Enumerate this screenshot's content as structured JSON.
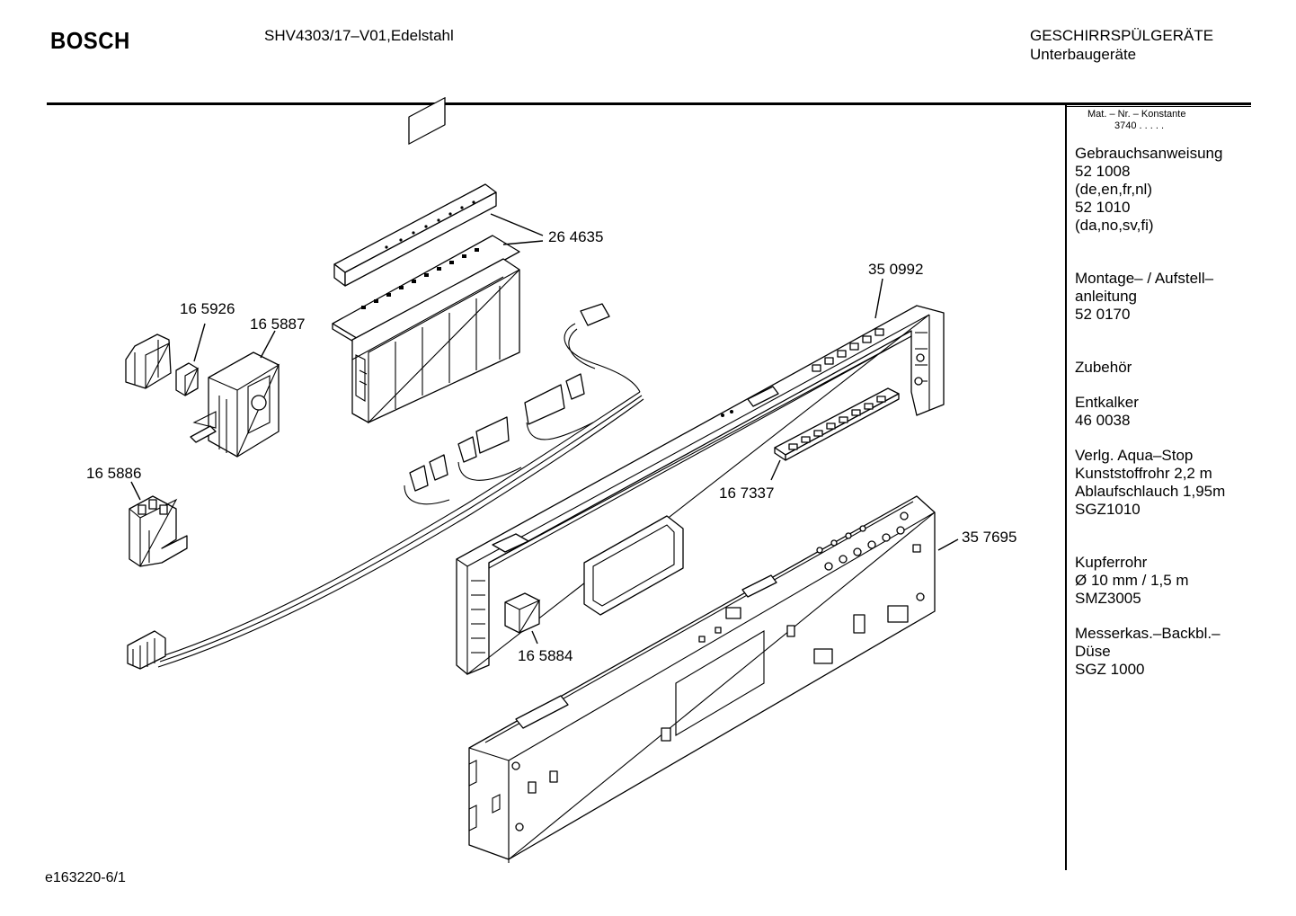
{
  "header": {
    "brand": "BOSCH",
    "model": "SHV4303/17–V01,Edelstahl",
    "category_line1": "GESCHIRRSPÜLGERÄTE",
    "category_line2": "Unterbaugeräte"
  },
  "footer": {
    "drawing_id": "e163220-6/1"
  },
  "sidebar": {
    "mat_label": "Mat. – Nr. – Konstante",
    "mat_value": "3740  .  .  .  .  .",
    "blocks": [
      {
        "lines": [
          "Gebrauchsanweisung",
          "52 1008",
          "(de,en,fr,nl)",
          "52 1010",
          "(da,no,sv,fi)"
        ]
      },
      {
        "lines": [
          "Montage– / Aufstell–",
          "anleitung",
          "52 0170"
        ]
      },
      {
        "lines": [
          "Zubehör"
        ]
      },
      {
        "lines": [
          "Entkalker",
          "46 0038"
        ]
      },
      {
        "lines": [
          "Verlg. Aqua–Stop",
          "Kunststoffrohr 2,2 m",
          "Ablaufschlauch 1,95m",
          "SGZ1010"
        ]
      },
      {
        "lines": [
          "Kupferrohr",
          "Ø 10 mm / 1,5 m",
          "SMZ3005"
        ]
      },
      {
        "lines": [
          "Messerkas.–Backbl.–",
          "Düse",
          "SGZ 1000"
        ]
      }
    ]
  },
  "parts": {
    "p264635": "26 4635",
    "p350992": "35 0992",
    "p165926": "16 5926",
    "p165887": "16 5887",
    "p165886": "16 5886",
    "p167337": "16 7337",
    "p357695": "35 7695",
    "p165884": "16 5884"
  }
}
